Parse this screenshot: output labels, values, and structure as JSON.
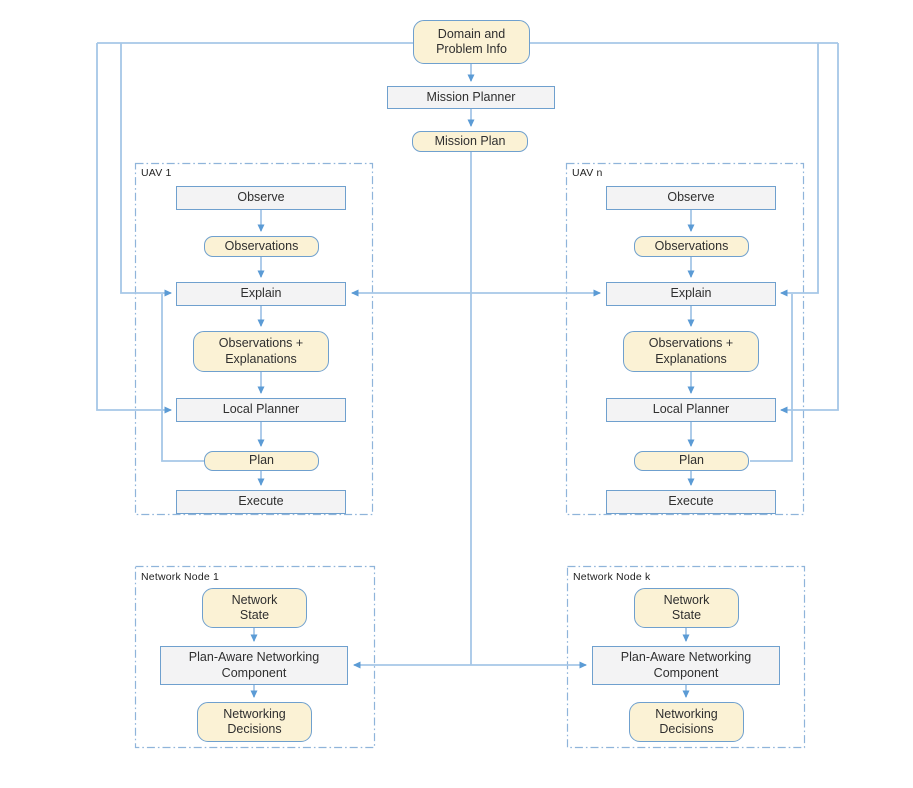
{
  "title": "UAV mission planning and plan-aware networking architecture",
  "top": {
    "domain_info": "Domain and\nProblem Info",
    "mission_planner": "Mission Planner",
    "mission_plan": "Mission Plan"
  },
  "uavs": [
    {
      "label": "UAV 1",
      "observe": "Observe",
      "observations": "Observations",
      "explain": "Explain",
      "observations_explanations": "Observations +\nExplanations",
      "local_planner": "Local Planner",
      "plan": "Plan",
      "execute": "Execute"
    },
    {
      "label": "UAV n",
      "observe": "Observe",
      "observations": "Observations",
      "explain": "Explain",
      "observations_explanations": "Observations +\nExplanations",
      "local_planner": "Local Planner",
      "plan": "Plan",
      "execute": "Execute"
    }
  ],
  "network_nodes": [
    {
      "label": "Network Node 1",
      "network_state": "Network\nState",
      "plan_aware": "Plan-Aware Networking\nComponent",
      "networking_decisions": "Networking\nDecisions"
    },
    {
      "label": "Network Node k",
      "network_state": "Network\nState",
      "plan_aware": "Plan-Aware Networking\nComponent",
      "networking_decisions": "Networking\nDecisions"
    }
  ],
  "edges": [
    {
      "from": "domain-and-problem-info",
      "to": "mission-planner"
    },
    {
      "from": "mission-planner",
      "to": "mission-plan"
    },
    {
      "from": "domain-and-problem-info",
      "to": "uav-1-explain"
    },
    {
      "from": "domain-and-problem-info",
      "to": "uav-1-local-planner"
    },
    {
      "from": "domain-and-problem-info",
      "to": "uav-n-explain"
    },
    {
      "from": "domain-and-problem-info",
      "to": "uav-n-local-planner"
    },
    {
      "from": "mission-plan",
      "to": "uav-1-explain"
    },
    {
      "from": "mission-plan",
      "to": "uav-n-explain"
    },
    {
      "from": "mission-plan",
      "to": "network-node-1-plan-aware-networking-component"
    },
    {
      "from": "mission-plan",
      "to": "network-node-k-plan-aware-networking-component"
    },
    {
      "from": "uav-observe",
      "to": "uav-observations"
    },
    {
      "from": "uav-observations",
      "to": "uav-explain"
    },
    {
      "from": "uav-explain",
      "to": "uav-observations-explanations"
    },
    {
      "from": "uav-observations-explanations",
      "to": "uav-local-planner"
    },
    {
      "from": "uav-local-planner",
      "to": "uav-plan"
    },
    {
      "from": "uav-plan",
      "to": "uav-execute"
    },
    {
      "from": "uav-plan",
      "to": "uav-explain"
    },
    {
      "from": "network-state",
      "to": "plan-aware-networking-component"
    },
    {
      "from": "plan-aware-networking-component",
      "to": "networking-decisions"
    }
  ],
  "colors": {
    "connector": "#a6c7e7",
    "arrowhead": "#5b9bd5",
    "process_fill": "#f3f3f4",
    "data_fill": "#fbf2d5",
    "box_border": "#6fa0ce",
    "container_border": "#8fb4da",
    "text": "#2f2f2f",
    "background": "#ffffff"
  }
}
